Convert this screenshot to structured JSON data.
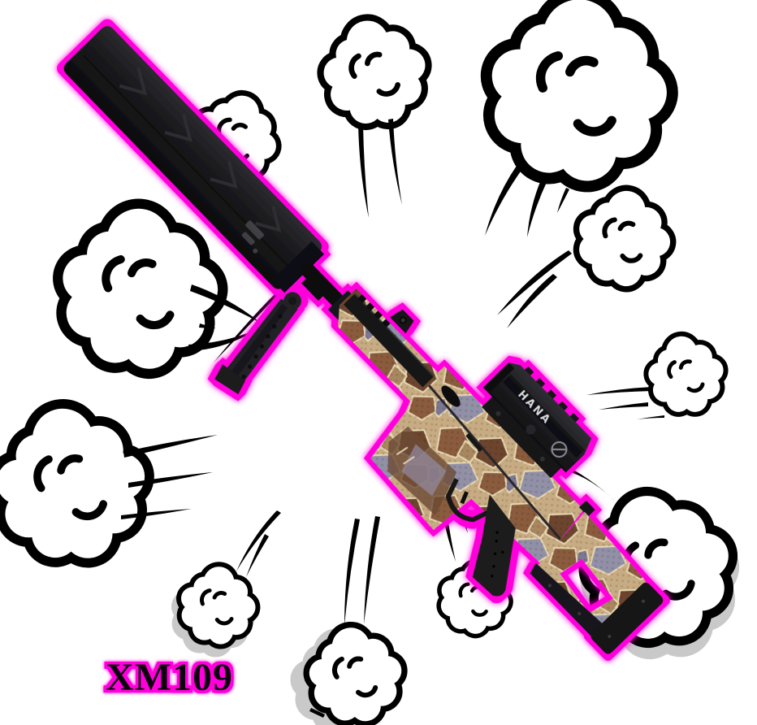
{
  "scene": {
    "background_color": "#ffffff"
  },
  "weapon": {
    "name": "XM109",
    "scope_brand": "HANA",
    "colors": {
      "outline_glow": "#ff00dd",
      "metal_black": "#1a1a1d",
      "skin_base": "#c7ab82",
      "skin_brown": "#8a5b3e",
      "skin_dark_brown": "#6d452e",
      "skin_gray": "#9290a6",
      "skin_cream": "#e8d9b4"
    }
  },
  "label": {
    "text_color": "#0e0410",
    "glow_color": "#ff00dd"
  },
  "effects": {
    "cloud_fill": "#ffffff",
    "cloud_outline": "#000000",
    "cloud_shadow": "#c9c9c9",
    "cloud_count": 11
  }
}
